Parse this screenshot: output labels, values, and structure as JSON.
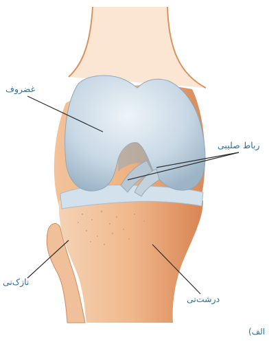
{
  "labels": {
    "cartilage": "غضروف",
    "cruciate_ligament": "رباط صلیبی",
    "fibula": "نازک‌نی",
    "tibia": "درشت‌نی"
  },
  "caption": "الف)",
  "colors": {
    "bone": "#e8a06f",
    "bone_dark": "#c9754a",
    "cartilage": "#c9d9e6",
    "cartilage_dark": "#9fb6c9",
    "outline": "#d38a57",
    "leader_line": "#2b2b2b",
    "label_text": "#2a6f9e"
  }
}
